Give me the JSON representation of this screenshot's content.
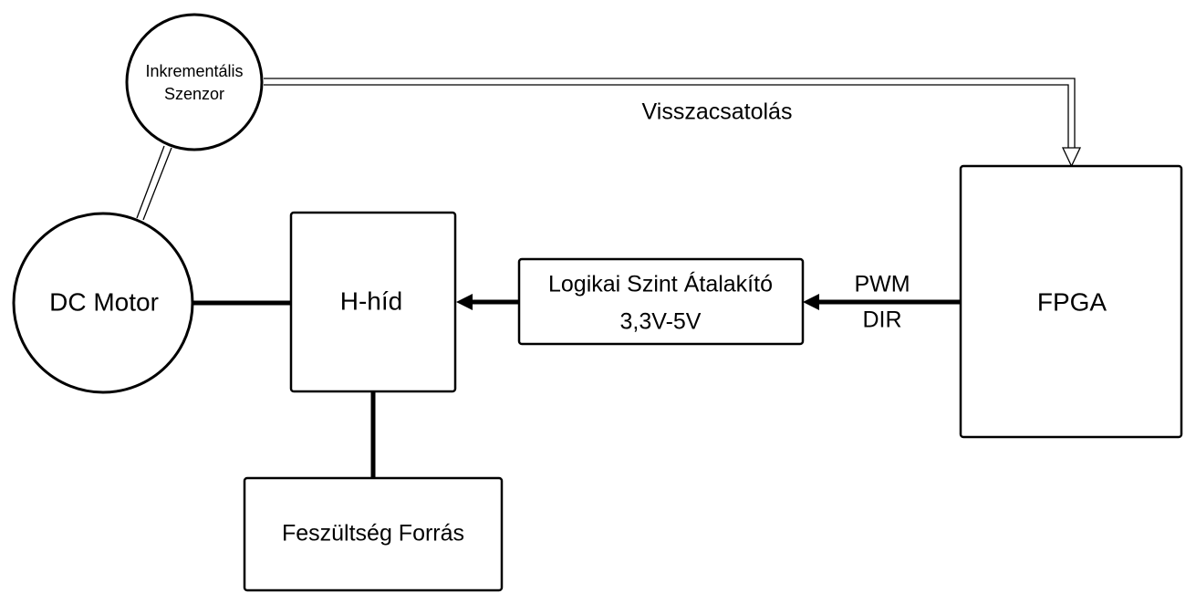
{
  "diagram": {
    "blocks": {
      "dc_motor": "DC Motor",
      "sensor_line1": "Inkrementális",
      "sensor_line2": "Szenzor",
      "h_bridge": "H-híd",
      "level_shifter_line1": "Logikai Szint Átalakító",
      "level_shifter_line2": "3,3V-5V",
      "fpga": "FPGA",
      "power_supply": "Feszültség Forrás"
    },
    "signals": {
      "feedback": "Visszacsatolás",
      "pwm": "PWM",
      "dir": "DIR"
    },
    "colors": {
      "stroke": "#000000",
      "background": "#ffffff"
    }
  }
}
